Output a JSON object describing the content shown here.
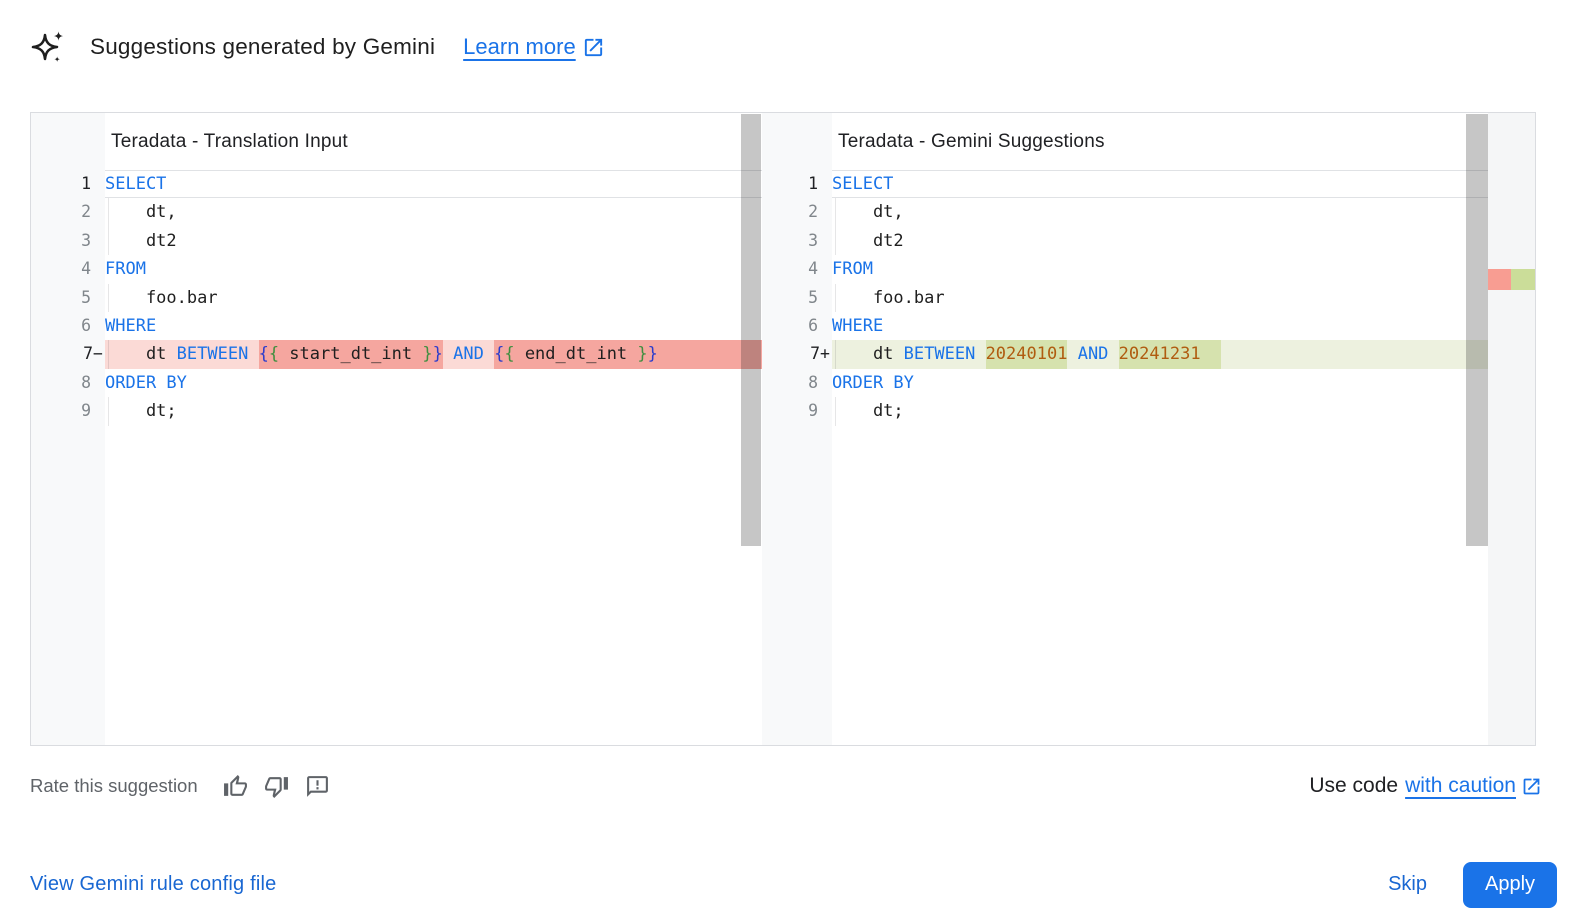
{
  "header": {
    "title": "Suggestions generated by Gemini",
    "learn_more_label": "Learn more"
  },
  "icons": [
    "gemini-spark-icon",
    "open-in-new-icon",
    "thumb-up-icon",
    "thumb-down-icon",
    "feedback-icon"
  ],
  "colors": {
    "accent_blue": "#1a73e8",
    "link_blue": "#1967d2",
    "keyword": "#1a73e8",
    "number_literal": "#b05c10",
    "brace_outer": "#2c3ccc",
    "brace_inner": "#3f8e3f",
    "deleted_line_bg": "#fbdad6",
    "deleted_token_bg": "#f5a69f",
    "added_line_bg": "#edf1df",
    "added_token_bg": "#d6e2ae",
    "ruler_deleted": "#f89d92",
    "ruler_added": "#cbdd99",
    "gutter_bg": "#f8f9fa",
    "muted_text": "#5f6368"
  },
  "panels": [
    {
      "title": "Teradata - Translation Input",
      "lines": [
        {
          "num": "1",
          "current": true,
          "tokens": [
            [
              "SELECT",
              "kw"
            ]
          ]
        },
        {
          "num": "2",
          "guide": true,
          "tokens": [
            [
              "    dt,",
              "pl"
            ]
          ]
        },
        {
          "num": "3",
          "guide": true,
          "tokens": [
            [
              "    dt2",
              "pl"
            ]
          ]
        },
        {
          "num": "4",
          "tokens": [
            [
              "FROM",
              "kw"
            ]
          ]
        },
        {
          "num": "5",
          "guide": true,
          "tokens": [
            [
              "    foo.bar",
              "pl"
            ]
          ]
        },
        {
          "num": "6",
          "tokens": [
            [
              "WHERE",
              "kw"
            ]
          ]
        },
        {
          "num": "7",
          "mark": "−",
          "diff": "del",
          "guide": true,
          "tokens": [
            [
              "    dt ",
              "pl"
            ],
            [
              "BETWEEN",
              "kw"
            ],
            [
              " ",
              "pl"
            ],
            [
              "{",
              "bo",
              "h"
            ],
            [
              "{",
              "bi",
              "h"
            ],
            [
              " start_dt_int ",
              "pl",
              "h"
            ],
            [
              "}",
              "bi",
              "h"
            ],
            [
              "}",
              "bo",
              "h"
            ],
            [
              " ",
              "pl"
            ],
            [
              "AND",
              "kw"
            ],
            [
              " ",
              "pl"
            ],
            [
              "{",
              "bo",
              "h"
            ],
            [
              "{",
              "bi",
              "h"
            ],
            [
              " end_dt_int ",
              "pl",
              "h"
            ],
            [
              "}",
              "bi",
              "h"
            ],
            [
              "}",
              "bo",
              "h"
            ],
            [
              "",
              "pl",
              "hs"
            ]
          ]
        },
        {
          "num": "8",
          "tokens": [
            [
              "ORDER BY",
              "kw"
            ]
          ]
        },
        {
          "num": "9",
          "guide": true,
          "tokens": [
            [
              "    dt;",
              "pl"
            ]
          ]
        }
      ]
    },
    {
      "title": "Teradata - Gemini Suggestions",
      "lines": [
        {
          "num": "1",
          "current": true,
          "tokens": [
            [
              "SELECT",
              "kw"
            ]
          ]
        },
        {
          "num": "2",
          "guide": true,
          "tokens": [
            [
              "    dt,",
              "pl"
            ]
          ]
        },
        {
          "num": "3",
          "guide": true,
          "tokens": [
            [
              "    dt2",
              "pl"
            ]
          ]
        },
        {
          "num": "4",
          "tokens": [
            [
              "FROM",
              "kw"
            ]
          ]
        },
        {
          "num": "5",
          "guide": true,
          "tokens": [
            [
              "    foo.bar",
              "pl"
            ]
          ]
        },
        {
          "num": "6",
          "tokens": [
            [
              "WHERE",
              "kw"
            ]
          ]
        },
        {
          "num": "7",
          "mark": "+",
          "diff": "add",
          "guide": true,
          "tokens": [
            [
              "    dt ",
              "pl"
            ],
            [
              "BETWEEN",
              "kw"
            ],
            [
              " ",
              "pl"
            ],
            [
              "20240101",
              "nu",
              "h"
            ],
            [
              " ",
              "pl"
            ],
            [
              "AND",
              "kw"
            ],
            [
              " ",
              "pl"
            ],
            [
              "20241231",
              "nu",
              "h"
            ],
            [
              "  ",
              "pl",
              "h"
            ]
          ]
        },
        {
          "num": "8",
          "tokens": [
            [
              "ORDER BY",
              "kw"
            ]
          ]
        },
        {
          "num": "9",
          "guide": true,
          "tokens": [
            [
              "    dt;",
              "pl"
            ]
          ]
        }
      ]
    }
  ],
  "rate": {
    "label": "Rate this suggestion",
    "use_code_prefix": "Use code",
    "use_code_link": "with caution"
  },
  "actions": {
    "view_config_label": "View Gemini rule config file",
    "skip_label": "Skip",
    "apply_label": "Apply"
  }
}
